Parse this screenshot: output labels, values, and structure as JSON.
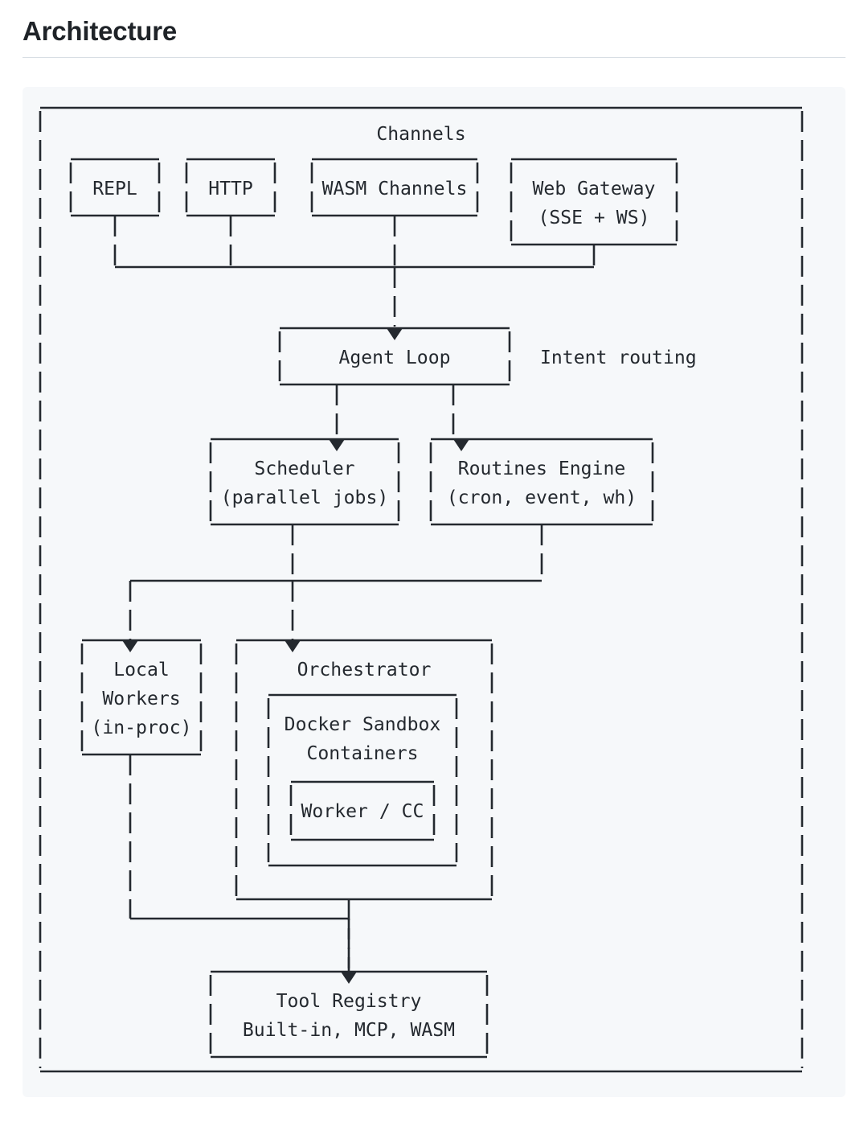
{
  "document": {
    "title": "Architecture"
  },
  "theme": {
    "page_background": "#ffffff",
    "panel_background": "#f6f8fa",
    "text_color": "#1f2328",
    "diagram_color": "#24292f",
    "divider_color": "#d8dee4"
  },
  "diagram": {
    "type": "ascii-art-block-diagram",
    "title_label": "Channels",
    "side_note": "Intent routing",
    "nodes": [
      {
        "id": "channels-group",
        "label": "Channels",
        "kind": "group"
      },
      {
        "id": "repl",
        "label": "REPL",
        "kind": "box"
      },
      {
        "id": "http",
        "label": "HTTP",
        "kind": "box"
      },
      {
        "id": "wasm-channels",
        "label": "WASM Channels",
        "kind": "box"
      },
      {
        "id": "web-gateway",
        "label": "Web Gateway",
        "sublabel": "(SSE + WS)",
        "kind": "box"
      },
      {
        "id": "agent-loop",
        "label": "Agent Loop",
        "kind": "box"
      },
      {
        "id": "scheduler",
        "label": "Scheduler",
        "sublabel": "(parallel jobs)",
        "kind": "box"
      },
      {
        "id": "routines-engine",
        "label": "Routines Engine",
        "sublabel": "(cron, event, wh)",
        "kind": "box"
      },
      {
        "id": "local-workers",
        "label": "Local Workers",
        "sublabel": "(in-proc)",
        "kind": "box"
      },
      {
        "id": "orchestrator",
        "label": "Orchestrator",
        "kind": "box"
      },
      {
        "id": "docker-sandbox",
        "label": "Docker Sandbox Containers",
        "kind": "box"
      },
      {
        "id": "worker-cc",
        "label": "Worker / CC",
        "kind": "box"
      },
      {
        "id": "tool-registry",
        "label": "Tool Registry",
        "sublabel": "Built-in, MCP, WASM",
        "kind": "box"
      }
    ],
    "edges": [
      {
        "from": "repl",
        "to": "agent-loop"
      },
      {
        "from": "http",
        "to": "agent-loop"
      },
      {
        "from": "wasm-channels",
        "to": "agent-loop"
      },
      {
        "from": "web-gateway",
        "to": "agent-loop"
      },
      {
        "from": "agent-loop",
        "to": "scheduler"
      },
      {
        "from": "agent-loop",
        "to": "routines-engine"
      },
      {
        "from": "scheduler",
        "to": "local-workers"
      },
      {
        "from": "scheduler",
        "to": "orchestrator"
      },
      {
        "from": "routines-engine",
        "to": "orchestrator"
      },
      {
        "from": "local-workers",
        "to": "tool-registry"
      },
      {
        "from": "orchestrator",
        "to": "tool-registry"
      }
    ],
    "art": " ---------------------------------------------------------------------\n|                              Channels                               |\n|                                                                     |\n| --------   --------   -----------------   ------------------        |\n| | REPL |   | HTTP |   | WASM Channels |   |   Web Gateway   |       |\n| |      |   |      |   |               |   |   (SSE + WS)    |       |\n| --------   --------   -----------------   |                 |       |\n|     |          |              |           ------------------        |\n|     |          |              |                    |                |\n|     ------------------------------------------------                |\n|                               |                                     |\n|                               |                                     |\n|                      ---------V---------                            |\n|                      |   Agent Loop    |    Intent routing          |\n|                      -------------------                            |\n|                          |         |                                |\n|                ----------V----   --V-----------------               |\n|                |  Scheduler  |   | Routines Engine |               |\n|                |(parallel jobs)   |(cron, event, wh)               |\n|                ---------------   -------------------               |\n|                       |                  |                          |\n|       ----------------+------------------                           |\n|       |               |                                             |\n| ------V------   ------V-------------------                          |\n| |  Local   |    |     Orchestrator       |                          |\n| | Workers  |    |  -------------------   |                          |\n| |(in-proc) |    |  | Docker Sandbox  |   |                          |\n| ------------    |  |   Containers    |   |                          |\n|      |          |  |  -------------  |   |                          |\n|      |          |  |  |Worker / CC|  |   |                          |\n|      |          |  |  -------------  |   |                          |\n|      |          |  -------------------   |                          |\n|      |          -------------------------                           |\n|      -----------------------+                                       |\n|                             |                                       |\n|                  -----------V------------                           |\n|                  |     Tool Registry    |                           |\n|                  | Built-in, MCP, WASM  |                           |\n|                  ------------------------                           |\n ---------------------------------------------------------------------"
  }
}
